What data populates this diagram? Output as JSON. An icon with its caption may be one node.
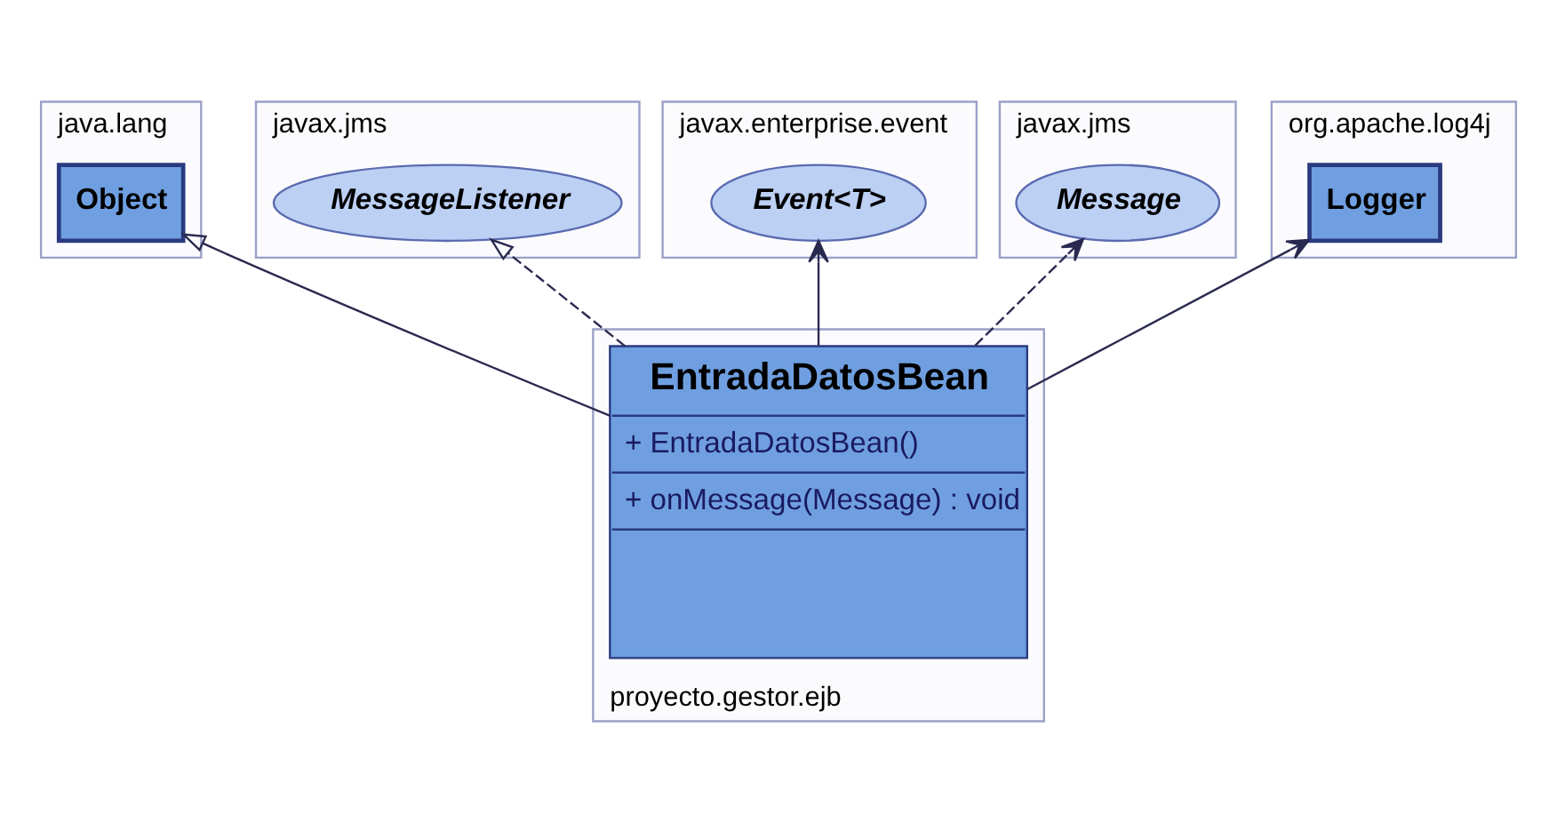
{
  "diagram": {
    "nodes": [
      {
        "text": [
          "java.lang"
        ]
      },
      {
        "text": [
          "Object"
        ],
        "in": 0
      },
      {
        "text": [
          "javax.jms"
        ]
      },
      {
        "text": [
          "MessageListener"
        ],
        "in": 2
      },
      {
        "text": [
          "javax.enterprise.event"
        ]
      },
      {
        "text": [
          "Event<T>"
        ],
        "in": 4
      },
      {
        "text": [
          "proyecto.gestor.ejb"
        ]
      },
      {
        "text": [
          "EntradaDatosBean",
          "+ EntradaDatosBean()",
          "+ onMessage(Message) : void"
        ],
        "in": 6
      },
      {
        "text": [
          "javax.jms"
        ]
      },
      {
        "text": [
          "Message"
        ],
        "in": 8
      },
      {
        "text": [
          "org.apache.log4j"
        ]
      },
      {
        "text": [
          "Logger"
        ],
        "in": 10
      }
    ],
    "edges": [
      {
        "from": 7,
        "to": 1,
        "arrow": "to"
      },
      {
        "from": 7,
        "to": 3,
        "arrow": "to",
        "style": "dashed"
      },
      {
        "from": 7,
        "to": 5,
        "arrow": "to"
      },
      {
        "from": 7,
        "to": 9,
        "arrow": "to",
        "style": "dashed"
      },
      {
        "from": 7,
        "to": 11,
        "arrow": "to"
      }
    ]
  }
}
